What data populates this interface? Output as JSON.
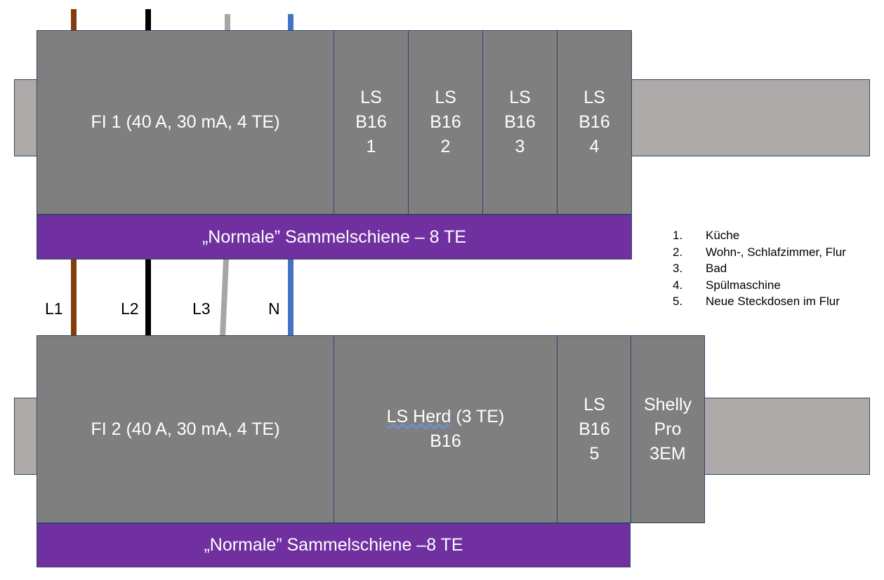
{
  "colors": {
    "module": "#7f7f7f",
    "rail": "#aeaaaa",
    "busbar": "#7030a0",
    "wire_l1": "#843c0c",
    "wire_l2": "#000000",
    "wire_l3": "#a6a6a6",
    "wire_n": "#4472c4"
  },
  "row1": {
    "fi": "FI 1 (40 A, 30 mA, 4 TE)",
    "breakers": [
      {
        "l1": "LS",
        "l2": "B16",
        "l3": "1"
      },
      {
        "l1": "LS",
        "l2": "B16",
        "l3": "2"
      },
      {
        "l1": "LS",
        "l2": "B16",
        "l3": "3"
      },
      {
        "l1": "LS",
        "l2": "B16",
        "l3": "4"
      }
    ],
    "busbar": "„Normale” Sammelschiene – 8 TE"
  },
  "wires": {
    "labels": [
      "L1",
      "L2",
      "L3",
      "N"
    ]
  },
  "row2": {
    "fi": "FI 2 (40 A, 30 mA, 4 TE)",
    "herd": {
      "name": "LS Herd",
      "suffix": " (3 TE)",
      "rating": "B16"
    },
    "breaker5": {
      "l1": "LS",
      "l2": "B16",
      "l3": "5"
    },
    "shelly": {
      "l1": "Shelly",
      "l2": "Pro",
      "l3": "3EM"
    },
    "busbar": "„Normale” Sammelschiene –8 TE"
  },
  "legend": [
    {
      "num": "1.",
      "text": "Küche"
    },
    {
      "num": "2.",
      "text": "Wohn-, Schlafzimmer, Flur"
    },
    {
      "num": "3.",
      "text": "Bad"
    },
    {
      "num": "4.",
      "text": "Spülmaschine"
    },
    {
      "num": "5.",
      "text": "Neue Steckdosen im Flur"
    }
  ]
}
